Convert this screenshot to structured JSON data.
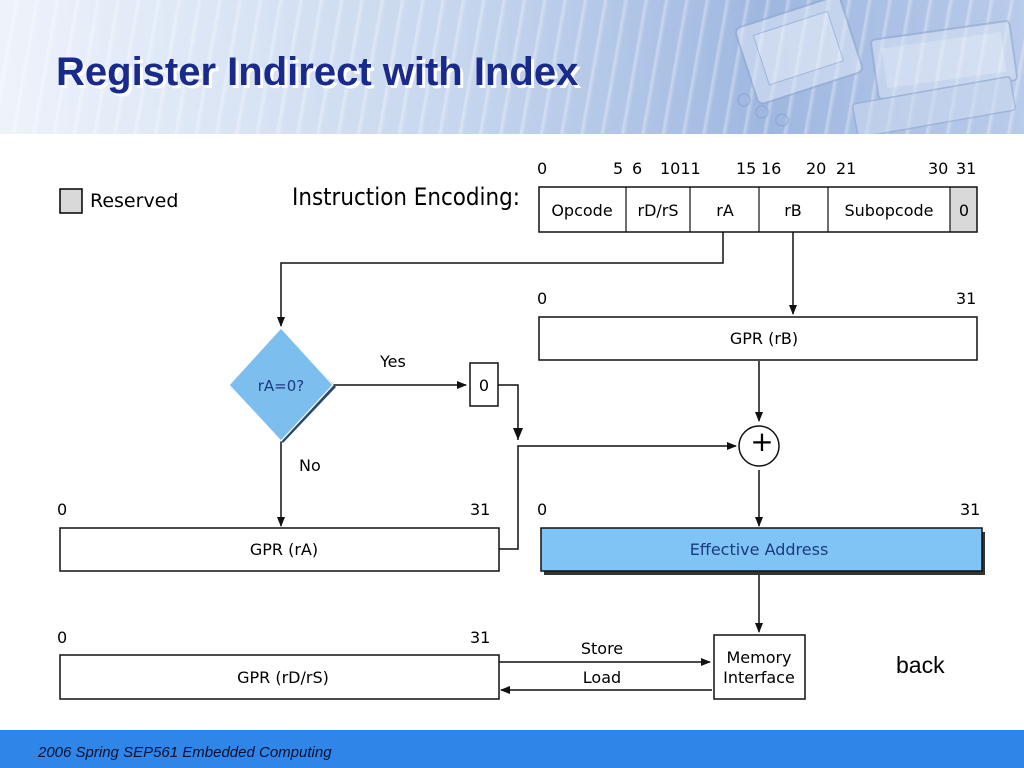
{
  "slide": {
    "title": "Register Indirect with Index",
    "footer": "2006  Spring SEP561 Embedded Computing",
    "back_label": "back"
  },
  "legend": {
    "label": "Reserved",
    "color": "#d9d9d9"
  },
  "encoding": {
    "label": "Instruction Encoding:",
    "bit_labels": [
      "0",
      "5",
      "6",
      "1011",
      "15",
      "16",
      "20",
      "21",
      "30",
      "31"
    ],
    "fields": [
      "Opcode",
      "rD/rS",
      "rA",
      "rB",
      "Subopcode",
      "0"
    ]
  },
  "decision": {
    "label": "rA=0?",
    "yes": "Yes",
    "no": "No",
    "zero": "0",
    "color": "#7cbfee"
  },
  "registers": {
    "gpr_rb": "GPR (rB)",
    "gpr_ra": "GPR (rA)",
    "gpr_rdrs": "GPR (rD/rS)",
    "effective_address": "Effective Address",
    "ea_color": "#80c4f5",
    "bit_start": "0",
    "bit_end": "31"
  },
  "adder": {
    "symbol": "+"
  },
  "memory": {
    "line1": "Memory",
    "line2": "Interface",
    "store": "Store",
    "load": "Load"
  }
}
